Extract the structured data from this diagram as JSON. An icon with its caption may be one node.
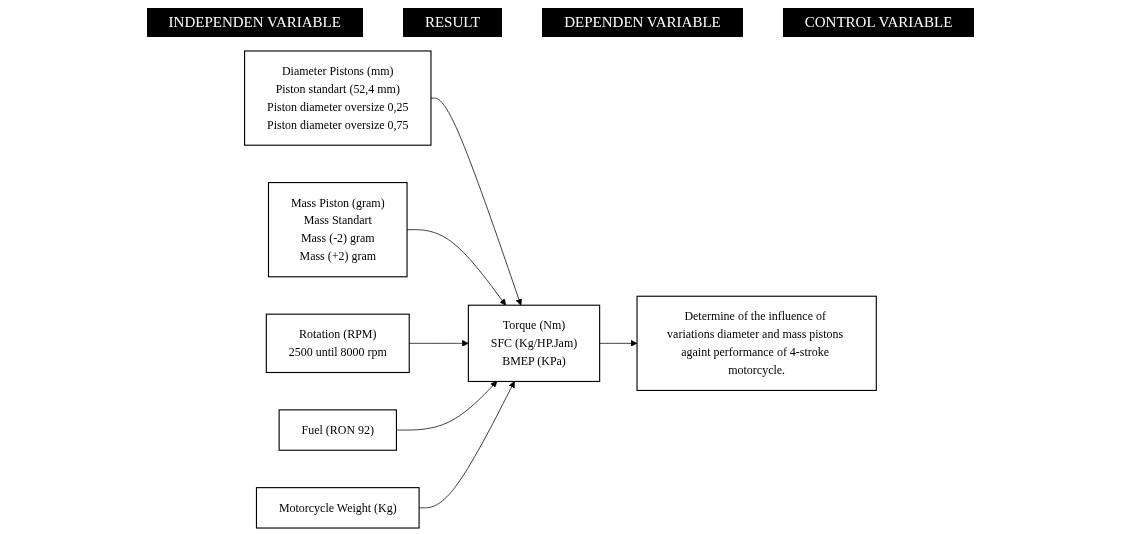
{
  "diagram": {
    "nodes": [
      {
        "text": [
          "Diameter Pistons (mm)",
          "Piston standart (52,4 mm)",
          "Piston diameter oversize 0,25",
          "Piston diameter oversize 0,75"
        ]
      },
      {
        "text": [
          "Mass Piston (gram)",
          "Mass Standart",
          "Mass (-2) gram",
          "Mass (+2) gram"
        ]
      },
      {
        "text": [
          "Torque (Nm)",
          "SFC (Kg/HP.Jam)",
          "BMEP (KPa)"
        ]
      },
      {
        "text": [
          "Determine of the influence of variations diameter and mass pistons againt performance of 4-stroke motorcycle."
        ]
      },
      {
        "text": [
          "Rotation (RPM)",
          "2500 until 8000 rpm"
        ]
      },
      {
        "text": [
          "Fuel (RON 92)"
        ]
      },
      {
        "text": [
          "Motorcycle Weight (Kg)"
        ]
      }
    ],
    "edges": [
      {
        "from": 0,
        "to": 2,
        "arrow": "to"
      },
      {
        "from": 1,
        "to": 2,
        "arrow": "to"
      },
      {
        "from": 2,
        "to": 3,
        "arrow": "to"
      },
      {
        "from": 4,
        "to": 2,
        "arrow": "to"
      },
      {
        "from": 5,
        "to": 2,
        "arrow": "to"
      },
      {
        "from": 6,
        "to": 2,
        "arrow": "to"
      }
    ],
    "labels": [
      "INDEPENDEN VARIABLE",
      "RESULT",
      "DEPENDEN VARIABLE",
      "CONTROL VARIABLE"
    ]
  }
}
